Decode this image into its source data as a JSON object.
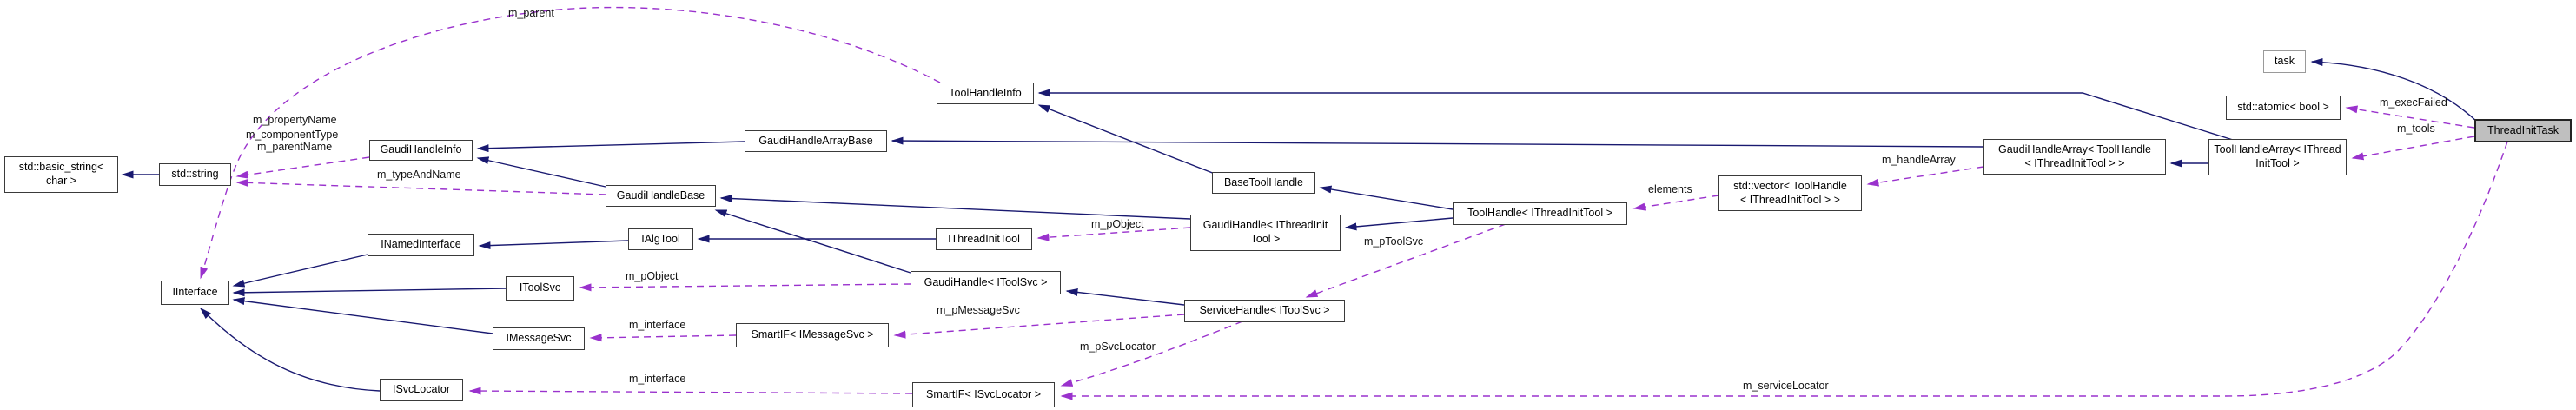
{
  "diagram": {
    "title": "ThreadInitTask collaboration diagram",
    "colors": {
      "inheritance_edge": "#191970",
      "usage_edge": "#9a32cd",
      "node_fill": "#ffffff",
      "main_node_fill": "#bfbfbf",
      "node_border": "#3a3a3a"
    },
    "nodes": [
      {
        "id": "std-basic-string",
        "l1": "std::basic_string<",
        "l2": "char >"
      },
      {
        "id": "std-string",
        "l1": "std::string"
      },
      {
        "id": "gaudi-handle-info",
        "l1": "GaudiHandleInfo"
      },
      {
        "id": "inamed-interface",
        "l1": "INamedInterface"
      },
      {
        "id": "iinterface",
        "l1": "IInterface"
      },
      {
        "id": "itoolsvc",
        "l1": "IToolSvc"
      },
      {
        "id": "imessagesvc",
        "l1": "IMessageSvc"
      },
      {
        "id": "isvclocator",
        "l1": "ISvcLocator"
      },
      {
        "id": "gaudi-handle-base",
        "l1": "GaudiHandleBase"
      },
      {
        "id": "ialgtool",
        "l1": "IAlgTool"
      },
      {
        "id": "gaudi-handle-array-base",
        "l1": "GaudiHandleArrayBase"
      },
      {
        "id": "tool-handle-info",
        "l1": "ToolHandleInfo"
      },
      {
        "id": "ithread-init-tool",
        "l1": "IThreadInitTool"
      },
      {
        "id": "gaudi-handle-itoolsvc",
        "l1": "GaudiHandle< IToolSvc >"
      },
      {
        "id": "base-tool-handle",
        "l1": "BaseToolHandle"
      },
      {
        "id": "gaudi-handle-ithread",
        "l1": "GaudiHandle< IThreadInit",
        "l2": "Tool >"
      },
      {
        "id": "service-handle-itoolsvc",
        "l1": "ServiceHandle< IToolSvc >"
      },
      {
        "id": "tool-handle-ithread",
        "l1": "ToolHandle< IThreadInitTool >"
      },
      {
        "id": "smartif-imessagesvc",
        "l1": "SmartIF< IMessageSvc >"
      },
      {
        "id": "smartif-isvclocator",
        "l1": "SmartIF< ISvcLocator >"
      },
      {
        "id": "std-vector-toolhandle",
        "l1": "std::vector< ToolHandle",
        "l2": "< IThreadInitTool > >"
      },
      {
        "id": "gaudi-handle-array",
        "l1": "GaudiHandleArray< ToolHandle",
        "l2": "< IThreadInitTool > >"
      },
      {
        "id": "tool-handle-array",
        "l1": "ToolHandleArray< IThread",
        "l2": "InitTool >"
      },
      {
        "id": "task",
        "l1": "task"
      },
      {
        "id": "std-atomic-bool",
        "l1": "std::atomic< bool >"
      },
      {
        "id": "thread-init-task",
        "l1": "ThreadInitTask"
      }
    ],
    "edge_labels": [
      {
        "id": "m-parent",
        "text": "m_parent"
      },
      {
        "id": "m-propertyName",
        "text": "m_propertyName"
      },
      {
        "id": "m-componentType",
        "text": "m_componentType"
      },
      {
        "id": "m-parentName",
        "text": "m_parentName"
      },
      {
        "id": "m-typeAndName",
        "text": "m_typeAndName"
      },
      {
        "id": "m-pObject-thread",
        "text": "m_pObject"
      },
      {
        "id": "m-pObject-toolsvc",
        "text": "m_pObject"
      },
      {
        "id": "m-pToolSvc",
        "text": "m_pToolSvc"
      },
      {
        "id": "m-pMessageSvc",
        "text": "m_pMessageSvc"
      },
      {
        "id": "m-interface-msg",
        "text": "m_interface"
      },
      {
        "id": "m-interface-svc",
        "text": "m_interface"
      },
      {
        "id": "m-pSvcLocator",
        "text": "m_pSvcLocator"
      },
      {
        "id": "elements",
        "text": "elements"
      },
      {
        "id": "m-handleArray",
        "text": "m_handleArray"
      },
      {
        "id": "m-execFailed",
        "text": "m_execFailed"
      },
      {
        "id": "m-tools",
        "text": "m_tools"
      },
      {
        "id": "m-serviceLocator",
        "text": "m_serviceLocator"
      }
    ]
  }
}
